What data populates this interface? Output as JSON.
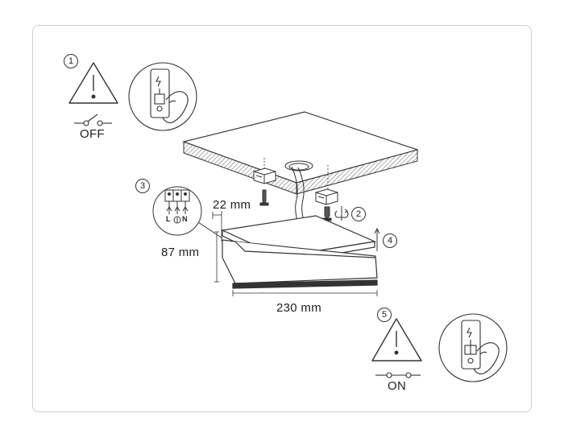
{
  "steps": {
    "s1": "1",
    "s2": "2",
    "s3": "3",
    "s4": "4",
    "s5": "5"
  },
  "switch_states": {
    "off": "OFF",
    "on": "ON"
  },
  "dimensions": {
    "depth": "22 mm",
    "height": "87 mm",
    "length": "230 mm"
  },
  "wiring": {
    "live": "L",
    "neutral": "N"
  },
  "icons": {
    "warning": "warning-triangle-icon",
    "switch": "wall-switch-icon",
    "screw": "screw-icon",
    "rotate": "rotate-arrow-icon",
    "up": "arrow-up-icon",
    "ground": "ground-icon"
  },
  "colors": {
    "line": "#333333",
    "frame": "#cfcfcf"
  }
}
